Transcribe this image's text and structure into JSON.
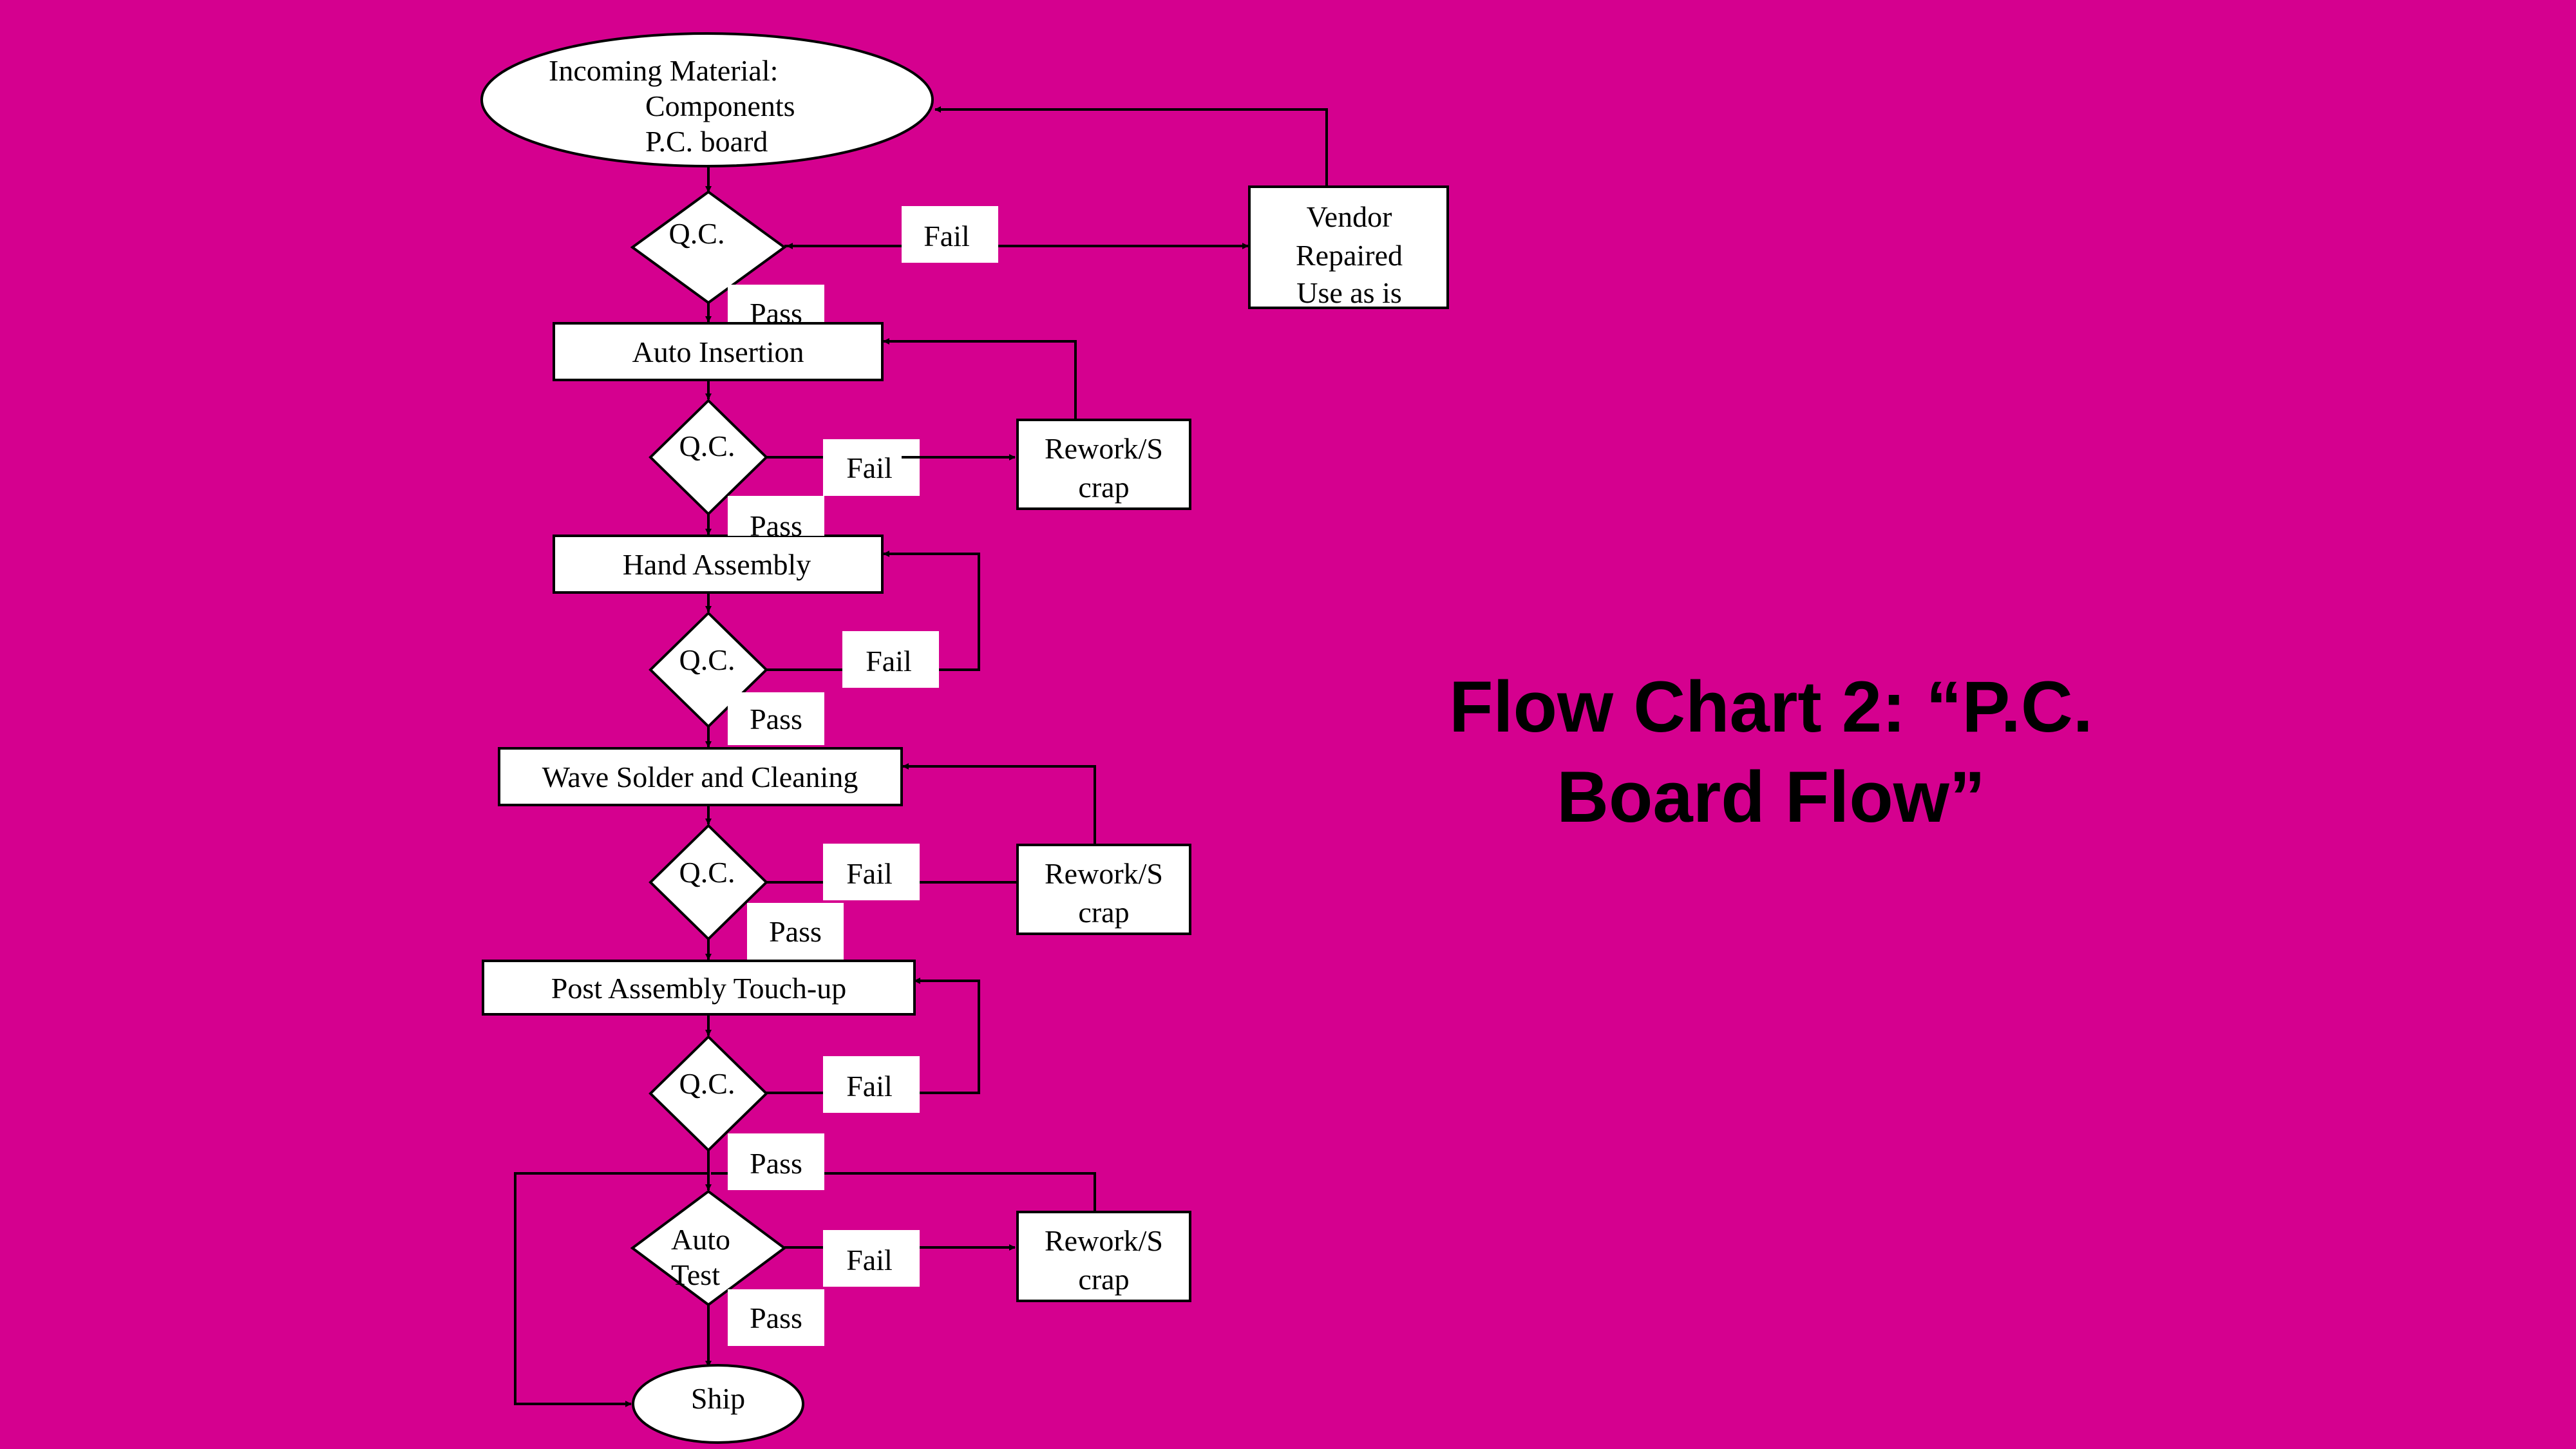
{
  "colors": {
    "background": "#D5008F",
    "shape_fill": "#FFFFFF",
    "stroke": "#000000"
  },
  "title": {
    "line1": "Flow Chart 2: “P.C.",
    "line2": "Board Flow”"
  },
  "nodes": {
    "incoming_material": {
      "line1": "Incoming Material:",
      "line2": "Components",
      "line3": "P.C. board"
    },
    "vendor": {
      "line1": "Vendor",
      "line2": "Repaired",
      "line3": "Use as is"
    },
    "qc1": "Q.C.",
    "auto_insertion": "Auto Insertion",
    "qc2": "Q.C.",
    "rework1": {
      "line1": "Rework/S",
      "line2": "crap"
    },
    "hand_assembly": "Hand Assembly",
    "qc3": "Q.C.",
    "wave_solder": "Wave Solder and Cleaning",
    "qc4": "Q.C.",
    "rework2": {
      "line1": "Rework/S",
      "line2": "crap"
    },
    "post_assembly": "Post Assembly Touch-up",
    "qc5": "Q.C.",
    "auto_test": {
      "line1": "Auto",
      "line2": "Test"
    },
    "rework3": {
      "line1": "Rework/S",
      "line2": "crap"
    },
    "ship": "Ship"
  },
  "edge_labels": {
    "qc1_fail": "Fail",
    "qc1_pass": "Pass",
    "qc2_fail": "Fail",
    "qc2_pass": "Pass",
    "qc3_fail": "Fail",
    "qc3_pass": "Pass",
    "qc4_fail": "Fail",
    "qc4_pass": "Pass",
    "qc5_fail": "Fail",
    "qc5_pass": "Pass",
    "test_fail": "Fail",
    "test_pass": "Pass"
  }
}
